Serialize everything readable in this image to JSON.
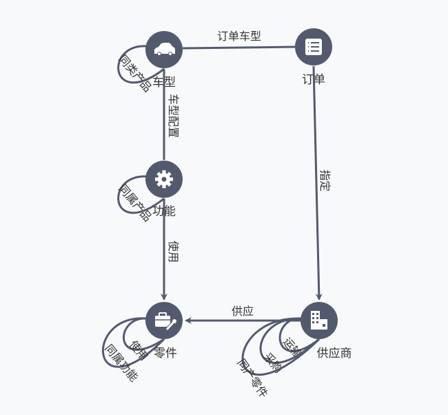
{
  "colors": {
    "node": "#545a6e",
    "edge": "#545a6e",
    "background": "#f8f9fb"
  },
  "nodes": {
    "car_model": {
      "label": "车型",
      "icon": "car-icon"
    },
    "order": {
      "label": "订单",
      "icon": "list-document-icon"
    },
    "function": {
      "label": "功能",
      "icon": "gear-icon"
    },
    "part": {
      "label": "零件",
      "icon": "toolbox-wrench-icon"
    },
    "supplier": {
      "label": "供应商",
      "icon": "building-icon"
    }
  },
  "edges": {
    "order_car_model": "订单车型",
    "car_model_config": "车型配置",
    "assign": "指定",
    "use": "使用",
    "supply": "供应",
    "same_class_product": "同类产品",
    "same_belong_product": "同属产品",
    "part_use": "使用",
    "same_belong_function": "同属功能",
    "transport": "运输",
    "purchase": "采购",
    "same_produce_part": "同产零件"
  }
}
